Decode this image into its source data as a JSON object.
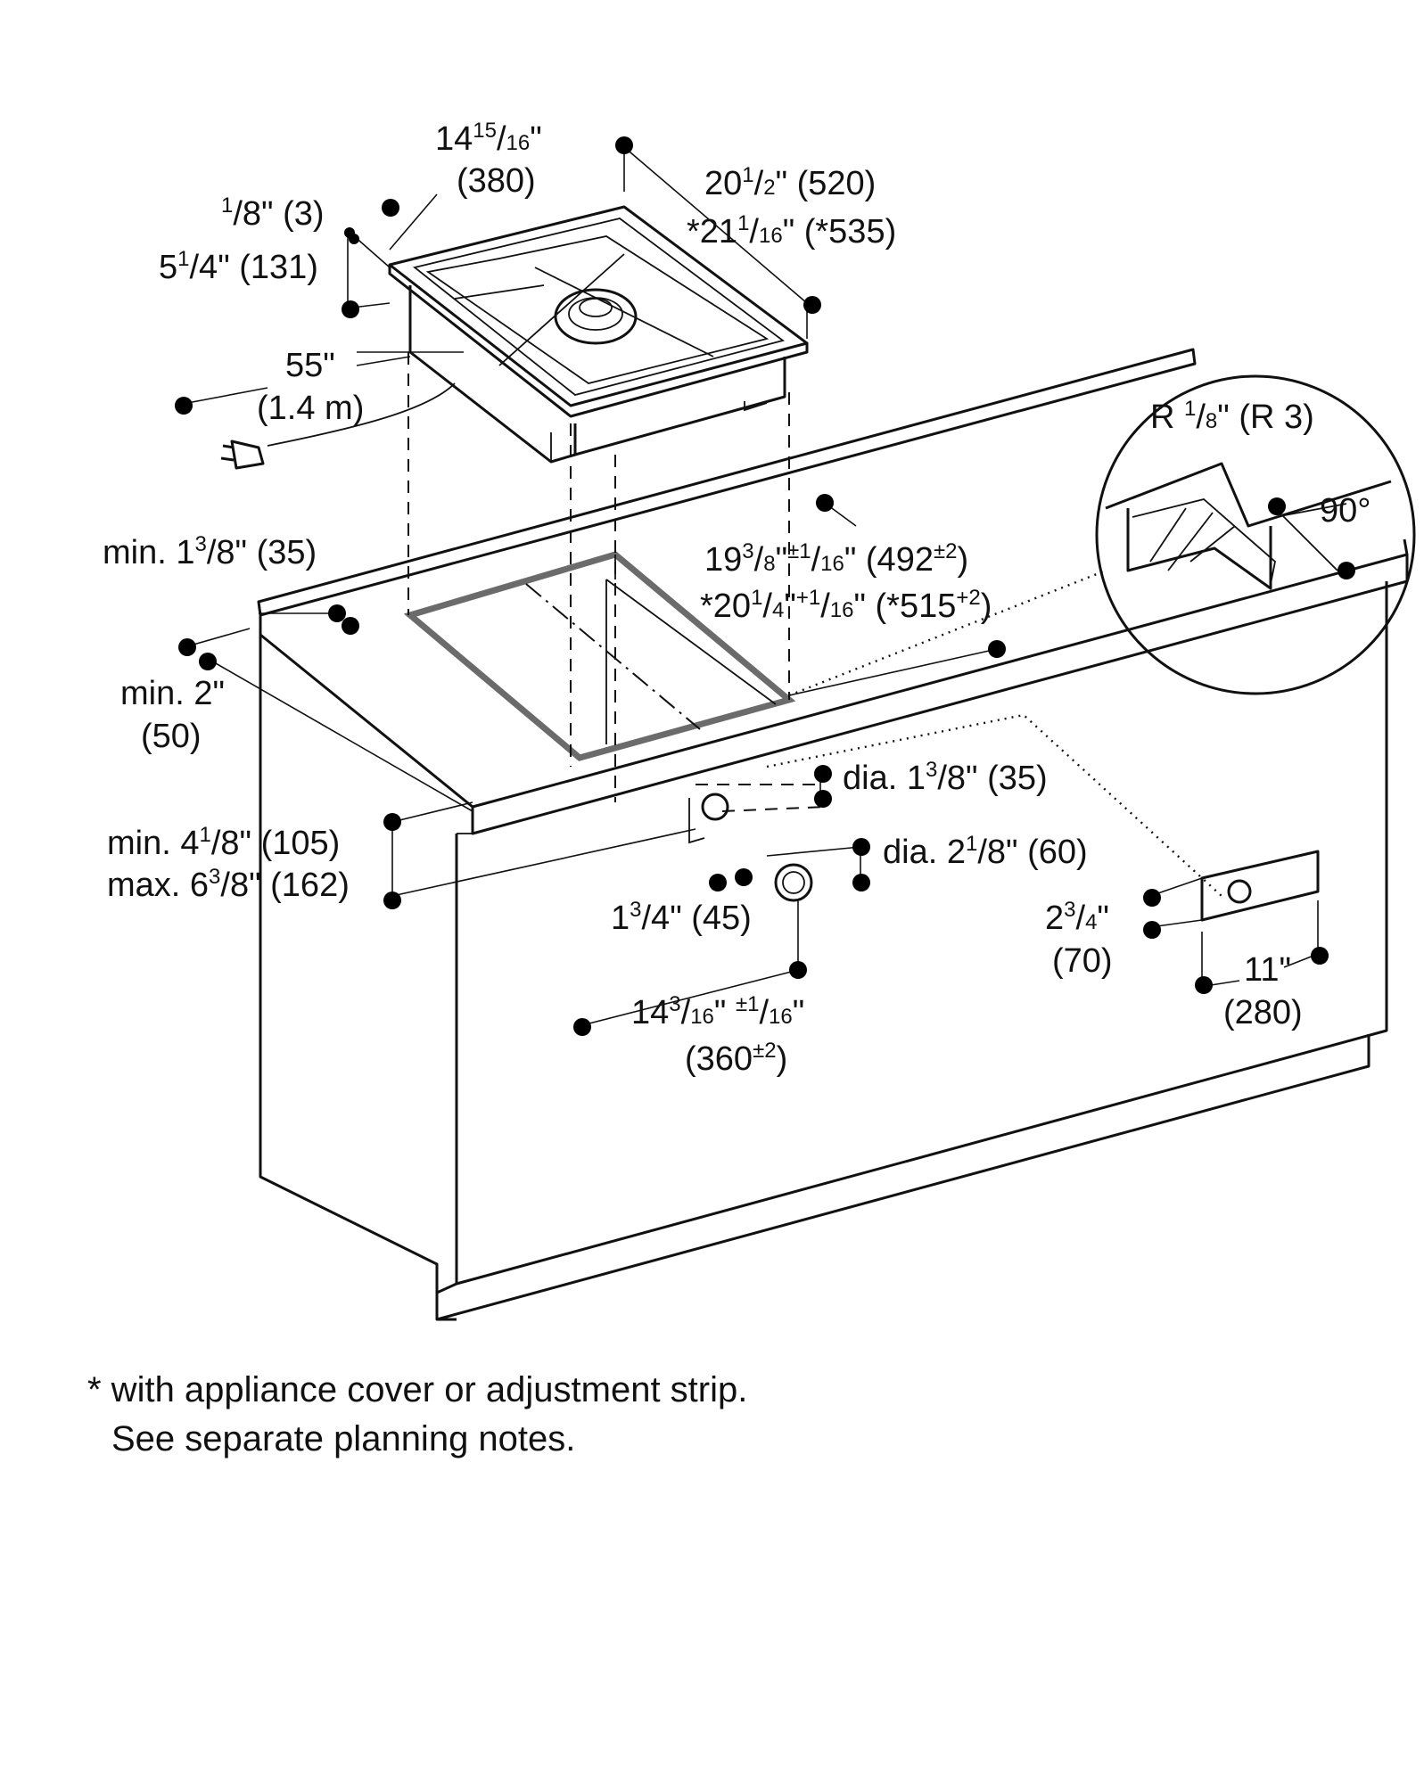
{
  "dimensions": {
    "appliance_depth_mm": "(380)",
    "appliance_width": "20",
    "appliance_width_mm": "(520)",
    "appliance_width_cover": "*21",
    "appliance_width_cover_mm": "(*535)",
    "frame_height": "/8\" (3)",
    "unit_height": "5",
    "unit_height_mm": "/4\" (131)",
    "cord_length": "55\"",
    "cord_length_m": "(1.4 m)",
    "min_back_distance": "min. 1",
    "min_back_distance_mm": "/8\" (35)",
    "cutout_width": "19",
    "cutout_width_mm": "(492",
    "cutout_width_cover": "*20",
    "cutout_width_cover_mm": "(*515",
    "min_front_distance": "min. 2\"",
    "min_front_distance_mm": "(50)",
    "countertop_thickness_min": "min. 4",
    "countertop_thickness_min_mm": "/8\" (105)",
    "countertop_thickness_max": "max. 6",
    "countertop_thickness_max_mm": "/8\" (162)",
    "hole_dia_small": "dia. 1",
    "hole_dia_small_mm": "/8\" (35)",
    "hole_dia_large": "dia. 2",
    "hole_dia_large_mm": "/8\" (60)",
    "hole_spacing": "1",
    "hole_spacing_mm": "/4\" (45)",
    "cutout_depth": "14",
    "cutout_depth_mm": "(360",
    "panel_height": "2",
    "panel_height_mm": "(70)",
    "panel_width": "11\"",
    "panel_width_mm": "(280)",
    "edge_radius": "R ",
    "edge_radius_mm": "(R 3)",
    "edge_angle": "90°"
  },
  "footnote": {
    "line1": "* with appliance cover or adjustment strip.",
    "line2": "See separate planning notes."
  }
}
